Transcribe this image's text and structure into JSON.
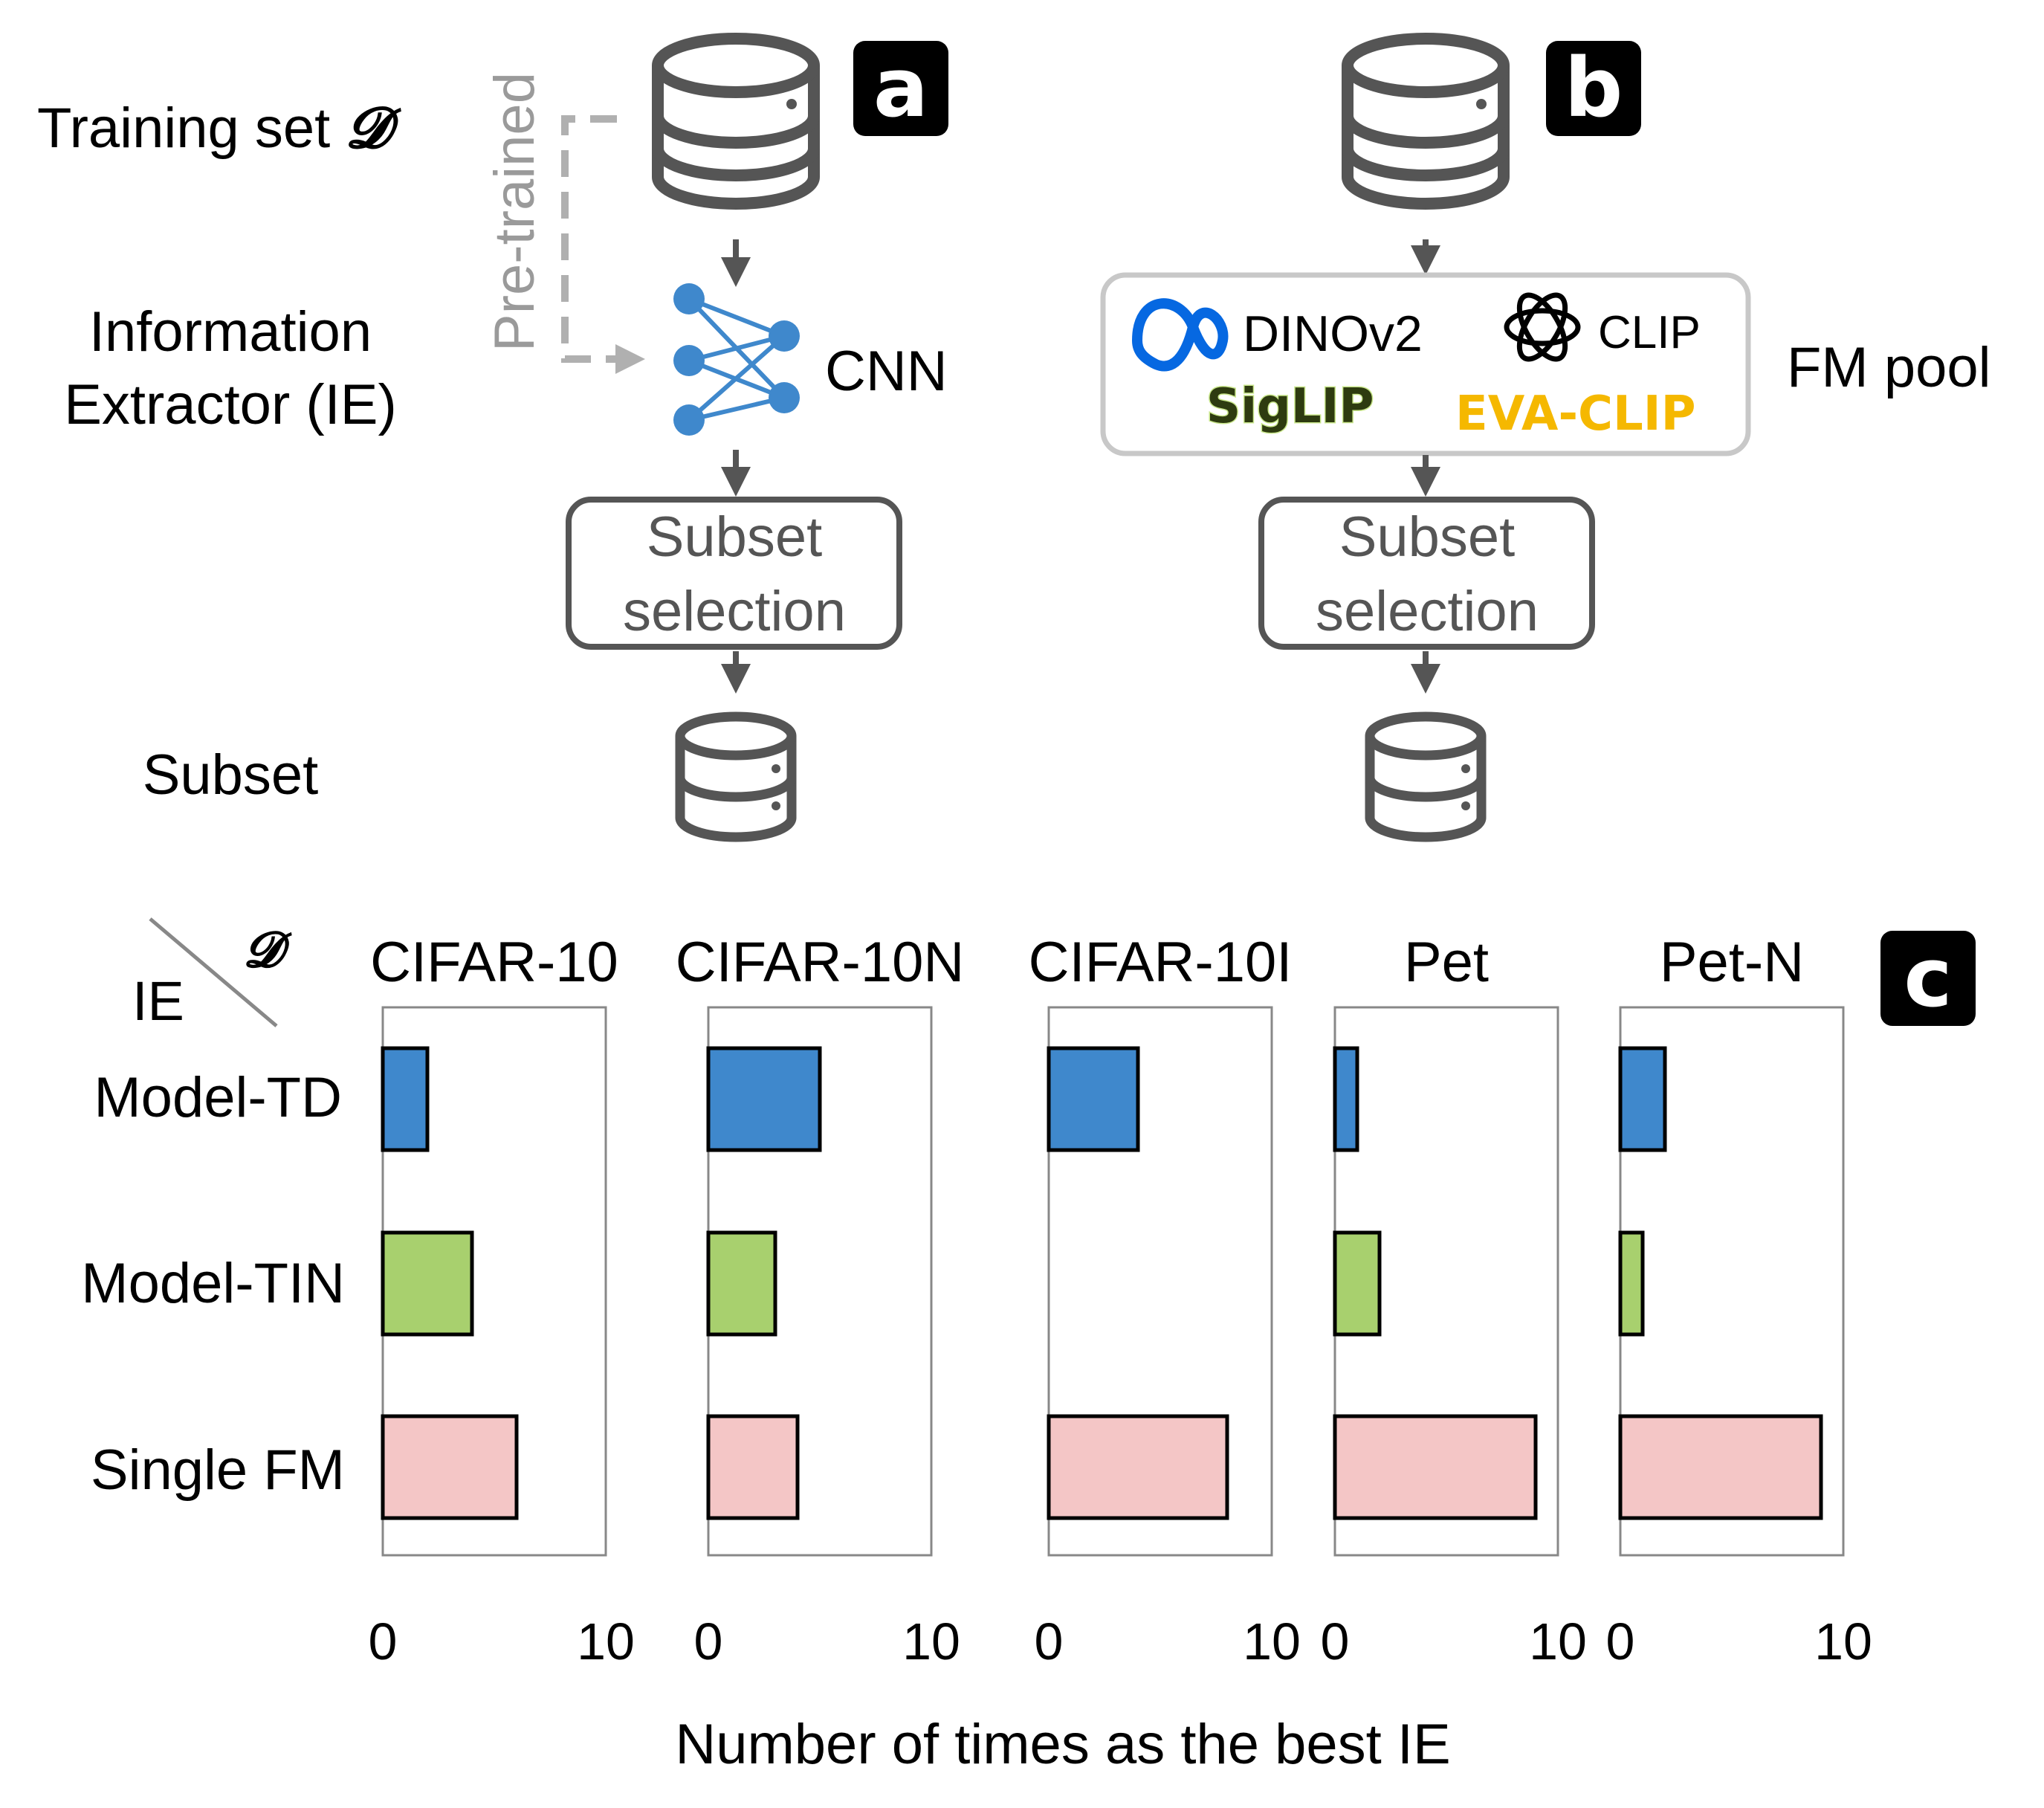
{
  "panel_a": {
    "tag": "a",
    "training_set_label": "Training set",
    "dataset_symbol": "𝓓",
    "ie_label_line1": "Information",
    "ie_label_line2": "Extractor (IE)",
    "pretrained_label": "Pre-trained",
    "cnn_label": "CNN",
    "selection_line1": "Subset",
    "selection_line2": "selection",
    "subset_label": "Subset"
  },
  "panel_b": {
    "tag": "b",
    "fm_pool_label": "FM pool",
    "models": [
      "DINOv2",
      "CLIP",
      "SigLIP",
      "EVA-CLIP"
    ],
    "selection_line1": "Subset",
    "selection_line2": "selection",
    "colors": {
      "meta": "#0668E1",
      "siglip": "#2e3b10",
      "siglip_glow": "#c8e68a",
      "eva": "#f5b800"
    }
  },
  "panel_c": {
    "tag": "c",
    "corner_row_label": "IE",
    "corner_col_symbol": "𝓓",
    "row_labels": [
      "Model-TD",
      "Model-TIN",
      "Single FM"
    ],
    "xlabel": "Number of times as the best IE"
  },
  "chart_data": {
    "type": "bar",
    "orientation": "horizontal",
    "categories": [
      "Model-TD",
      "Model-TIN",
      "Single FM"
    ],
    "xlim": [
      0,
      10
    ],
    "x_ticks": [
      "0",
      "10"
    ],
    "xlabel": "Number of times as the best IE",
    "bar_colors": [
      "#3f88cc",
      "#a8d06e",
      "#f4c6c6"
    ],
    "panels": [
      {
        "title": "CIFAR-10",
        "values": [
          2,
          4,
          6
        ]
      },
      {
        "title": "CIFAR-10N",
        "values": [
          5,
          3,
          4
        ]
      },
      {
        "title": "CIFAR-10I",
        "values": [
          4,
          0,
          8
        ]
      },
      {
        "title": "Pet",
        "values": [
          1,
          2,
          9
        ]
      },
      {
        "title": "Pet-N",
        "values": [
          2,
          1,
          9
        ]
      }
    ]
  }
}
